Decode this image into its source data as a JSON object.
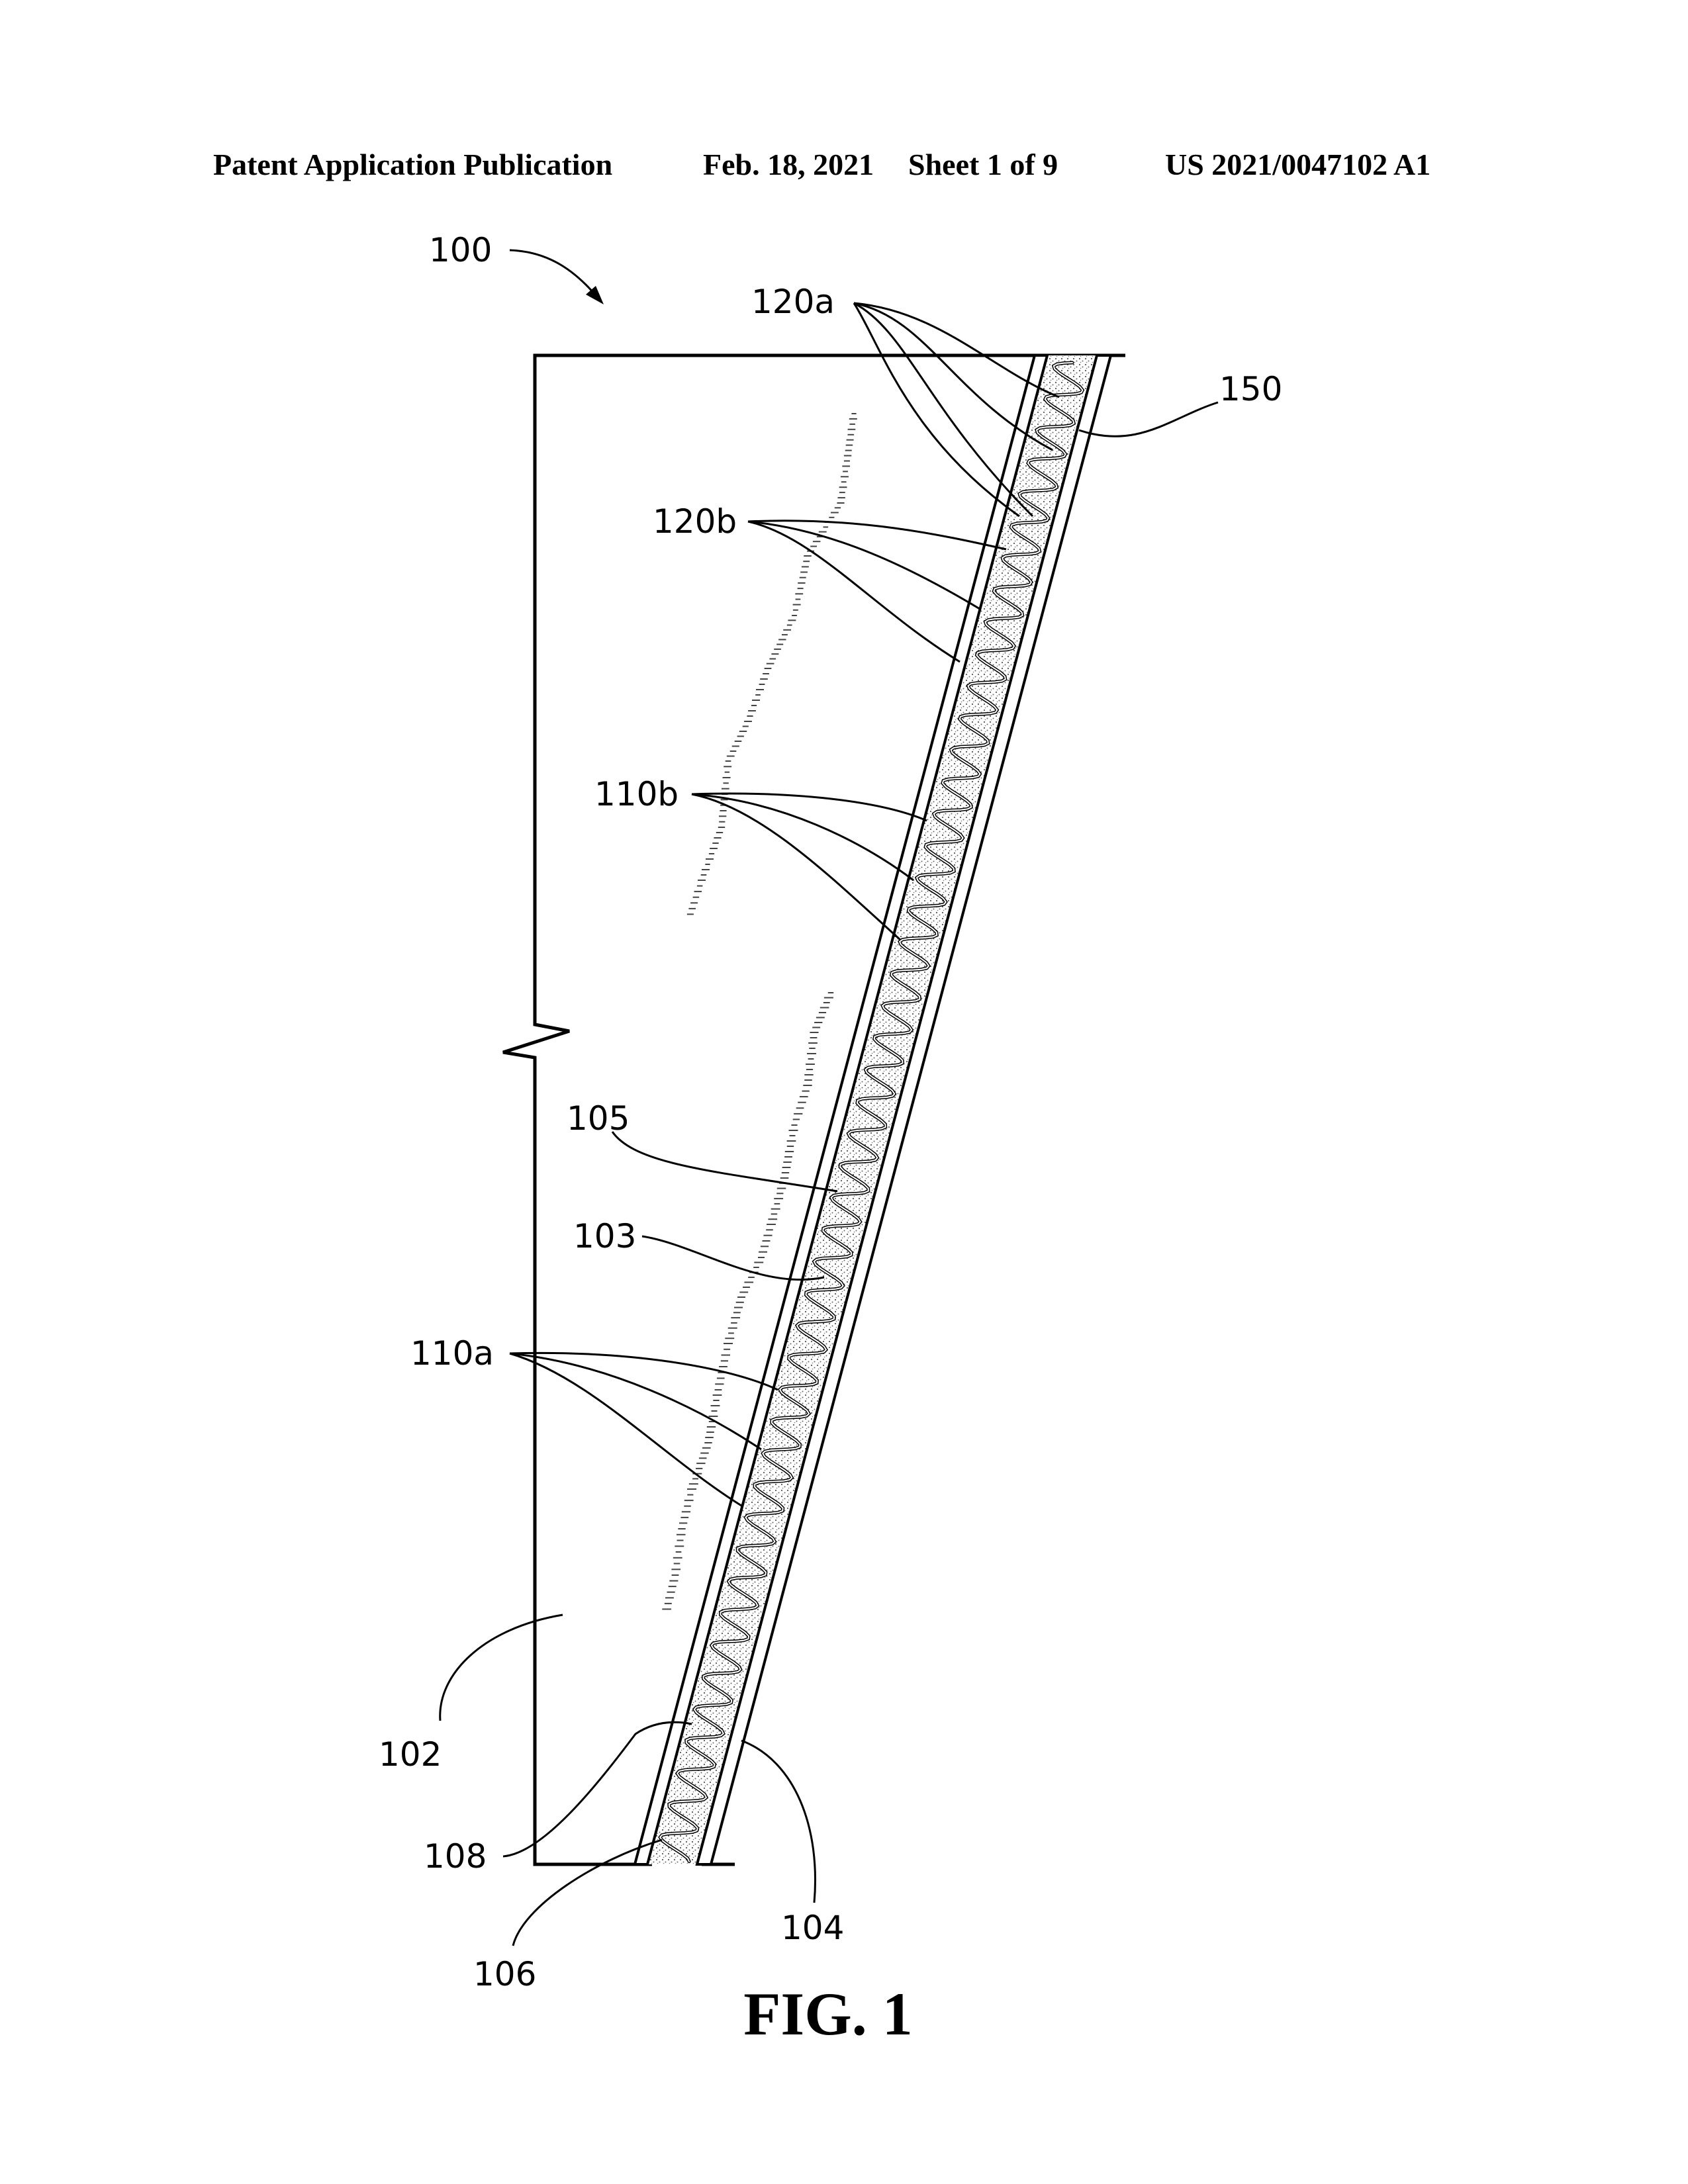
{
  "header": {
    "publication": "Patent Application Publication",
    "date": "Feb. 18, 2021",
    "sheet": "Sheet 1 of 9",
    "number": "US 2021/0047102 A1"
  },
  "figure": {
    "caption": "FIG. 1",
    "labels": {
      "l100": "100",
      "l120a": "120a",
      "l150": "150",
      "l120b": "120b",
      "l110b": "110b",
      "l105": "105",
      "l103": "103",
      "l110a": "110a",
      "l102": "102",
      "l108": "108",
      "l104": "104",
      "l106": "106"
    }
  }
}
